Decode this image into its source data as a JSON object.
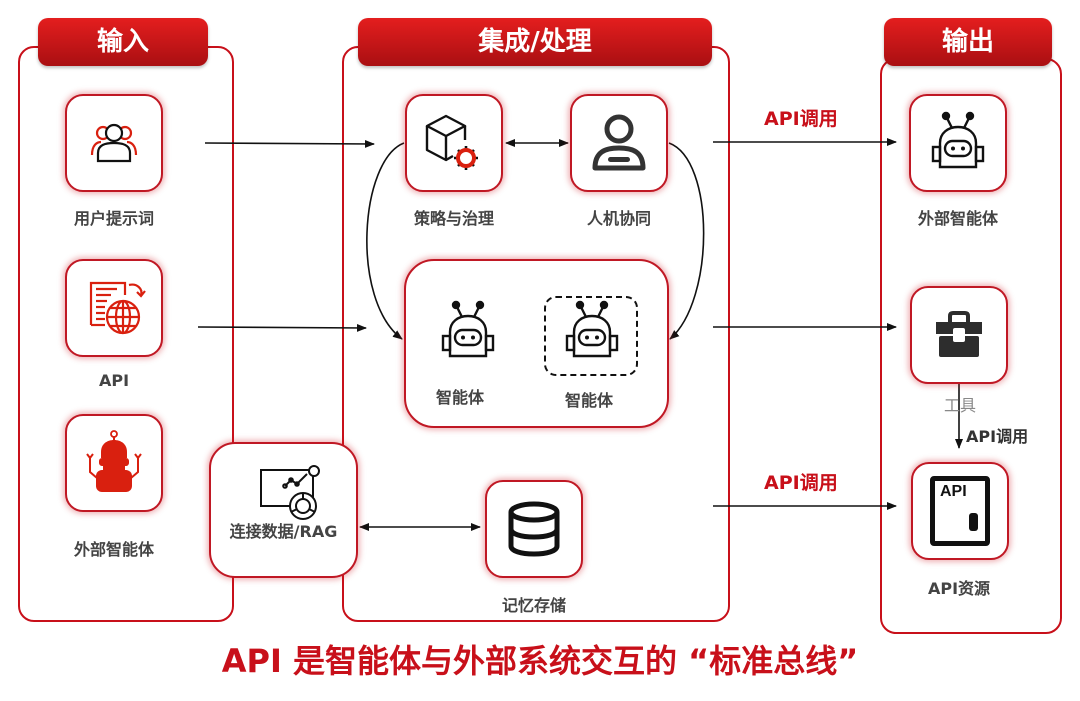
{
  "sections": {
    "input": {
      "title": "输入"
    },
    "process": {
      "title": "集成/处理"
    },
    "output": {
      "title": "输出"
    }
  },
  "input_nodes": [
    {
      "label": "用户提示词",
      "icon": "users-icon"
    },
    {
      "label": "API",
      "icon": "document-globe-icon"
    },
    {
      "label": "外部智能体",
      "icon": "robot-filled-icon"
    }
  ],
  "process_nodes": {
    "policy": {
      "label": "策略与治理",
      "icon": "cube-gear-icon"
    },
    "human": {
      "label": "人机协同",
      "icon": "person-icon"
    },
    "agent_a": {
      "label": "智能体",
      "icon": "robot-icon"
    },
    "agent_b": {
      "label": "智能体",
      "icon": "robot-icon"
    },
    "rag": {
      "label": "连接数据/RAG",
      "icon": "data-chart-icon"
    },
    "memory": {
      "label": "记忆存储",
      "icon": "database-icon"
    }
  },
  "output_nodes": [
    {
      "label": "外部智能体",
      "icon": "robot-icon"
    },
    {
      "label": "工具",
      "icon": "toolbox-icon"
    },
    {
      "label": "API资源",
      "icon": "api-door-icon",
      "icon_text": "API"
    }
  ],
  "edge_labels": {
    "to_external_agent": "API调用",
    "to_api_resource": "API调用",
    "tool_to_api": "API调用"
  },
  "footer": {
    "title": "API 是智能体与外部系统交互的 “标准总线”"
  },
  "colors": {
    "accent": "#c8101a",
    "icon_red": "#d9200f",
    "text_gray": "#444444"
  }
}
